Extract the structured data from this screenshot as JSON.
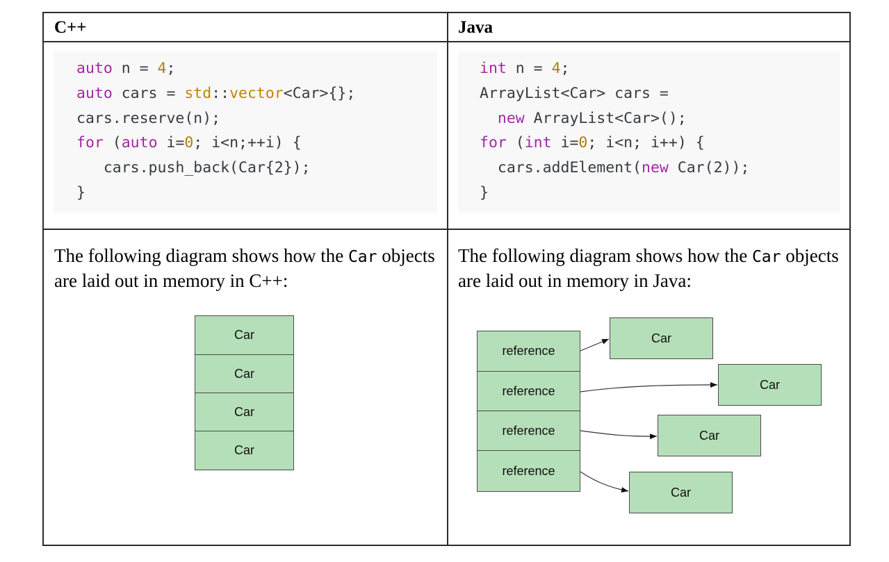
{
  "columns": [
    {
      "header": "C++",
      "code_lines": [
        [
          {
            "t": "auto",
            "c": "kw"
          },
          {
            "t": " n = "
          },
          {
            "t": "4",
            "c": "num"
          },
          {
            "t": ";"
          }
        ],
        [
          {
            "t": "auto",
            "c": "kw"
          },
          {
            "t": " cars = "
          },
          {
            "t": "std",
            "c": "ty"
          },
          {
            "t": "::"
          },
          {
            "t": "vector",
            "c": "ty"
          },
          {
            "t": "<Car>{};"
          }
        ],
        [
          {
            "t": "cars.reserve(n);"
          }
        ],
        [
          {
            "t": "for",
            "c": "kw"
          },
          {
            "t": " ("
          },
          {
            "t": "auto",
            "c": "kw"
          },
          {
            "t": " i="
          },
          {
            "t": "0",
            "c": "num"
          },
          {
            "t": "; i<n;++i) {"
          }
        ],
        [
          {
            "t": "   cars.push_back(Car{2});"
          }
        ],
        [
          {
            "t": "}"
          }
        ]
      ],
      "description_before": "The following diagram shows how the ",
      "description_code": "Car",
      "description_after": " objects are laid out in memory in C++:",
      "diagram": {
        "boxes": [
          "Car",
          "Car",
          "Car",
          "Car"
        ]
      }
    },
    {
      "header": "Java",
      "code_lines": [
        [
          {
            "t": "int",
            "c": "kw"
          },
          {
            "t": " n = "
          },
          {
            "t": "4",
            "c": "num"
          },
          {
            "t": ";"
          }
        ],
        [
          {
            "t": "ArrayList<Car> cars ="
          }
        ],
        [
          {
            "t": "  "
          },
          {
            "t": "new",
            "c": "kw"
          },
          {
            "t": " ArrayList<Car>();"
          }
        ],
        [
          {
            "t": "for",
            "c": "kw"
          },
          {
            "t": " ("
          },
          {
            "t": "int",
            "c": "kw"
          },
          {
            "t": " i="
          },
          {
            "t": "0",
            "c": "num"
          },
          {
            "t": "; i<n; i++) {"
          }
        ],
        [
          {
            "t": "  cars.addElement("
          },
          {
            "t": "new",
            "c": "kw"
          },
          {
            "t": " Car(2));"
          }
        ],
        [
          {
            "t": "}"
          }
        ]
      ],
      "description_before": "The following diagram shows how the ",
      "description_code": "Car",
      "description_after": " objects are laid out in memory in Java:",
      "diagram": {
        "references": [
          "reference",
          "reference",
          "reference",
          "reference"
        ],
        "targets": [
          "Car",
          "Car",
          "Car",
          "Car"
        ]
      }
    }
  ],
  "colors": {
    "keyword": "#a626a4",
    "number": "#b07d12",
    "type": "#c18401",
    "box_fill": "#b5dfb8",
    "code_bg": "#f8f8f8"
  }
}
